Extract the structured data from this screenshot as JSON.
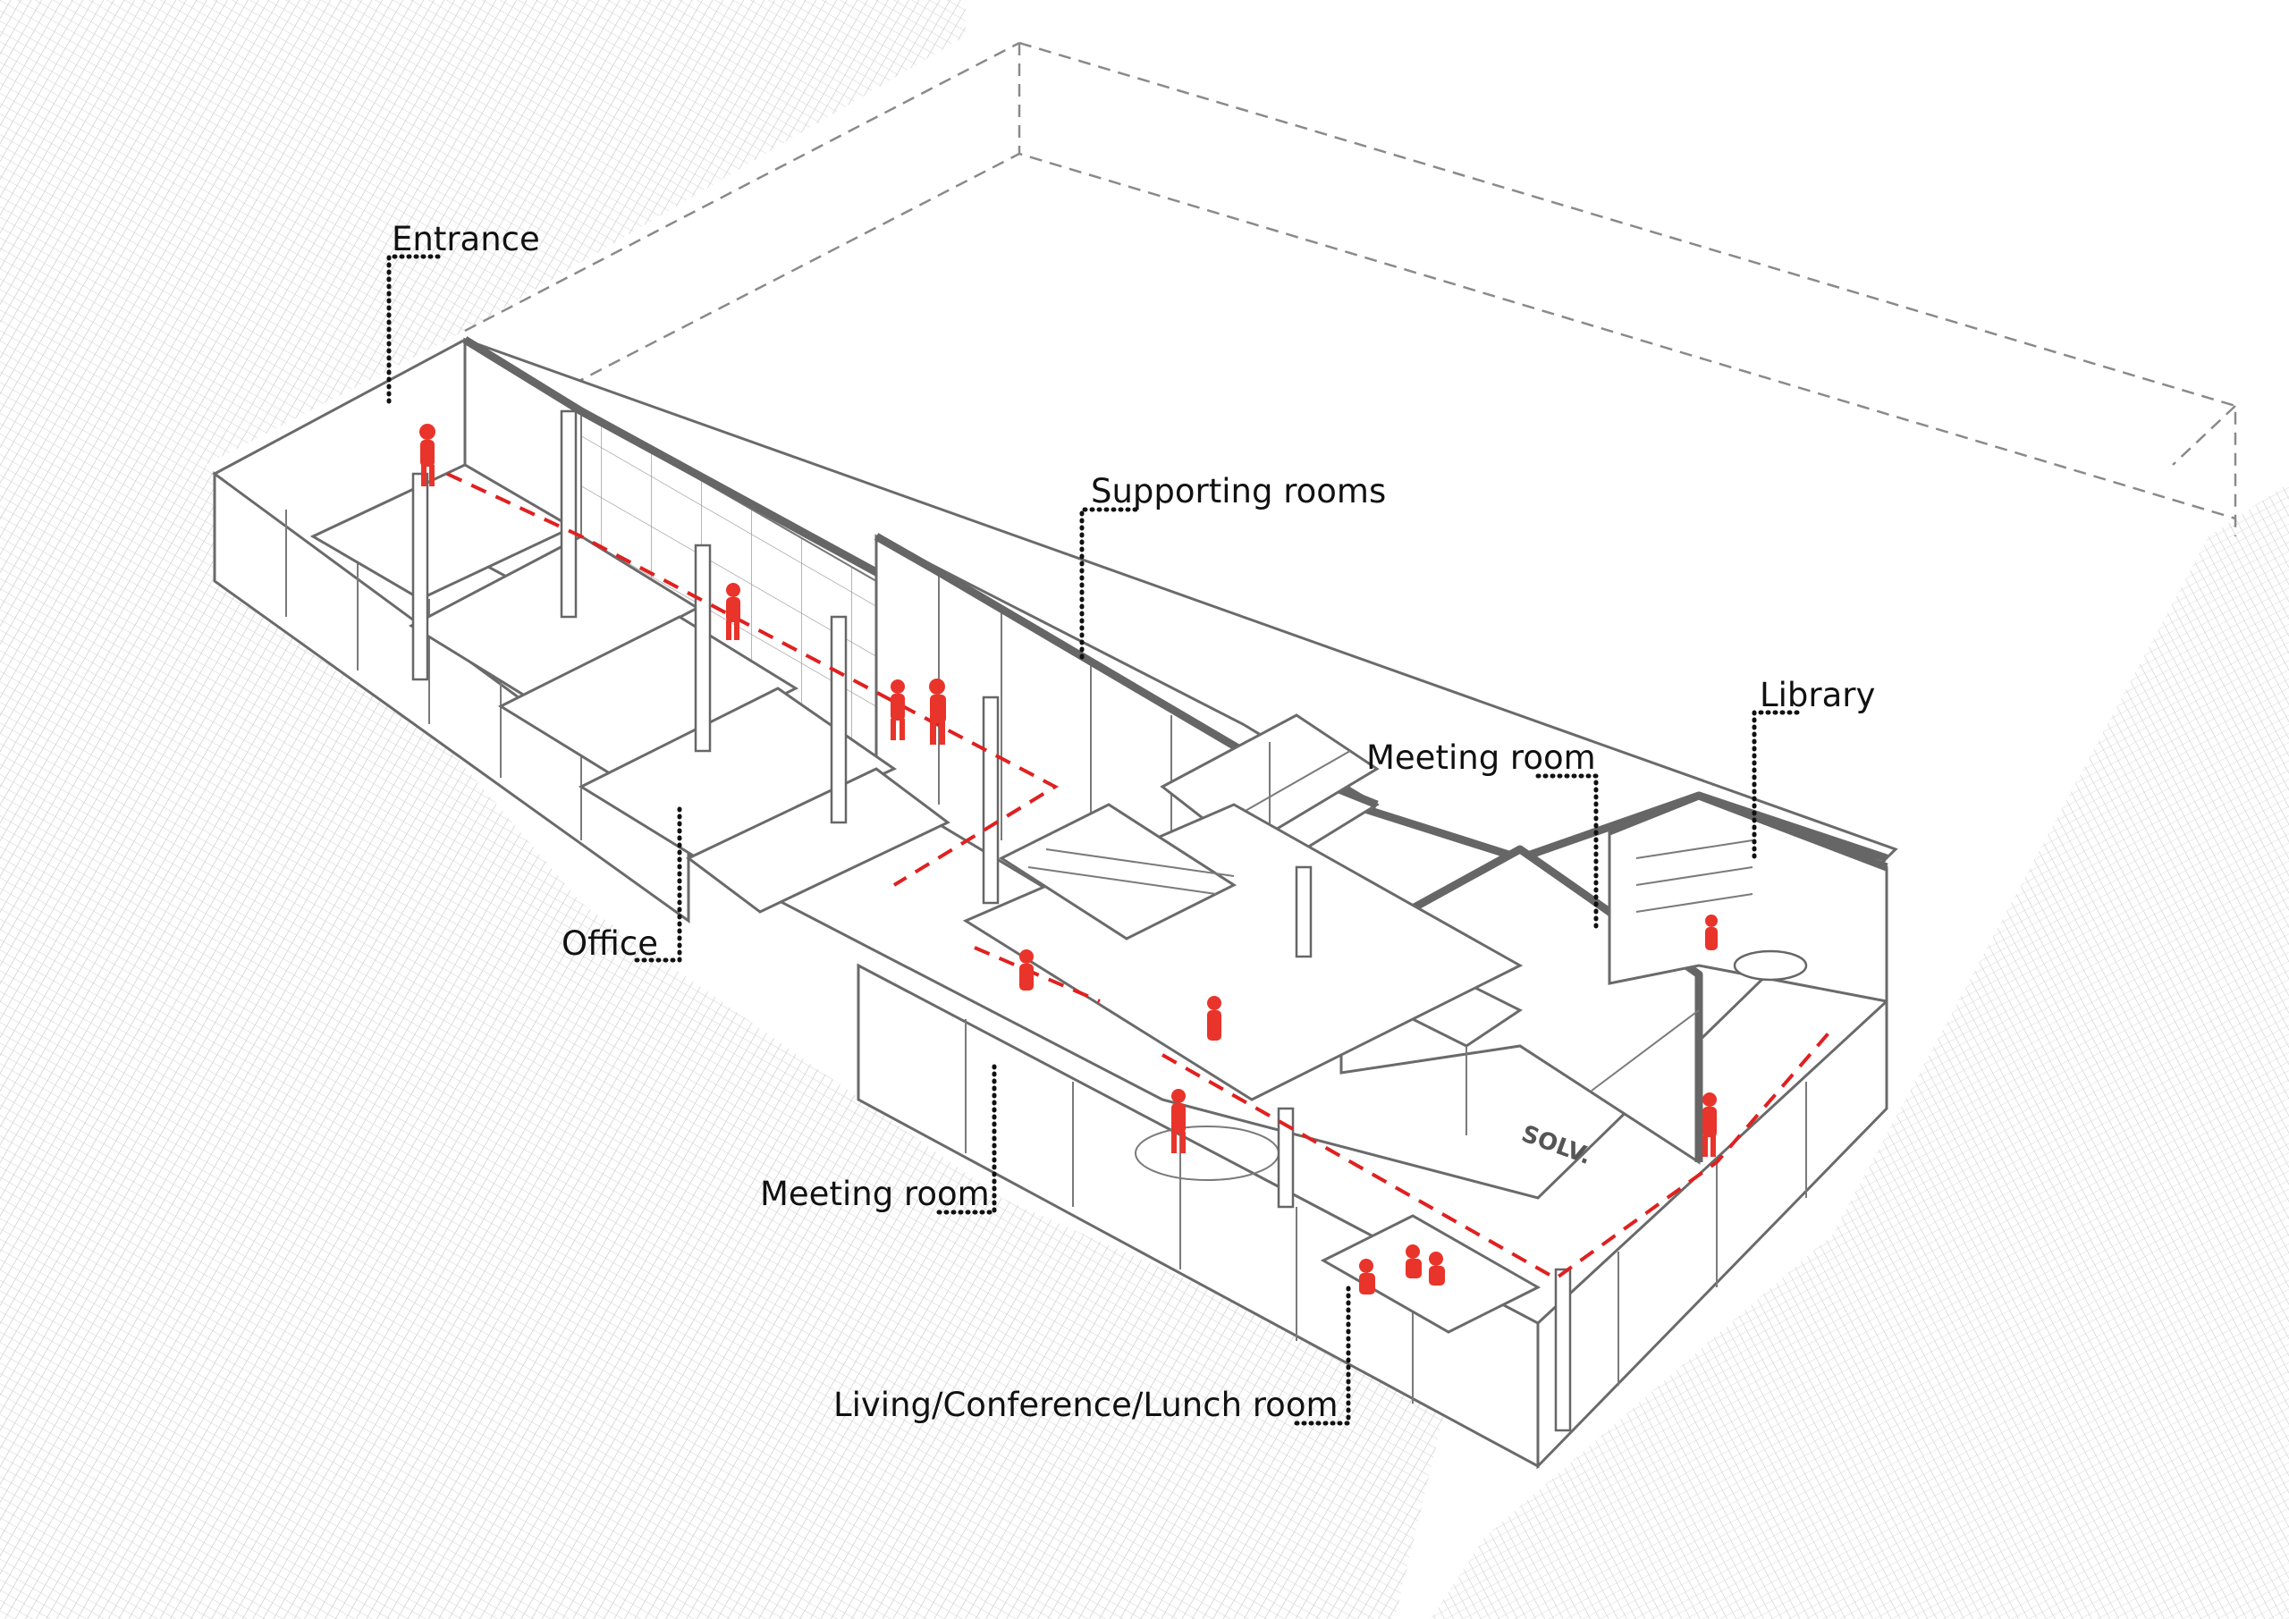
{
  "labels": {
    "entrance": "Entrance",
    "supporting_rooms": "Supporting rooms",
    "library": "Library",
    "meeting_room_upper": "Meeting room",
    "office": "Office",
    "meeting_room_lower": "Meeting room",
    "living_room": "Living/Conference/Lunch room"
  },
  "sign_text": "SOLV.",
  "colors": {
    "circulation": "#e02020",
    "people": "#e8342a",
    "walls": "#666666",
    "hatch": "#c8c8c8",
    "text": "#111111"
  }
}
